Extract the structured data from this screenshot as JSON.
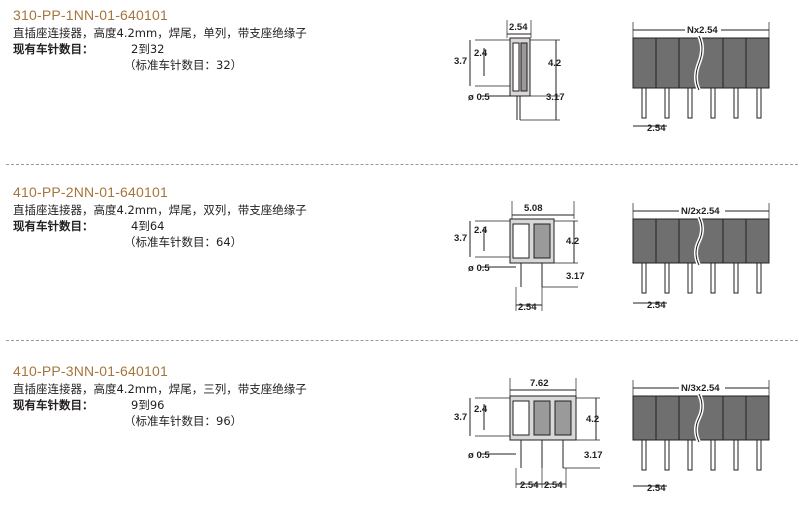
{
  "sections": [
    {
      "part_number": "310-PP-1NN-01-640101",
      "description": "直插座连接器，高度4.2mm，焊尾，单列，带支座绝缘子",
      "pin_count_label": "现有车针数目：",
      "pin_count_value": "2到32",
      "standard_note": "（标准车针数目：32）",
      "dims": {
        "pitch_top": "2.54",
        "h_total": "3.7",
        "h_inner": "2.4",
        "h_right": "4.2",
        "dia": "ø 0.5",
        "tail": "3.17",
        "front_width": "Nx2.54",
        "front_pitch": "2.54"
      }
    },
    {
      "part_number": "410-PP-2NN-01-640101",
      "description": "直插座连接器，高度4.2mm，焊尾，双列，带支座绝缘子",
      "pin_count_label": "现有车针数目：",
      "pin_count_value": "4到64",
      "standard_note": "（标准车针数目：64）",
      "dims": {
        "pitch_top": "5.08",
        "h_total": "3.7",
        "h_inner": "2.4",
        "h_right": "4.2",
        "dia": "ø 0.5",
        "tail": "3.17",
        "row_pitch": "2.54",
        "front_width": "N/2x2.54",
        "front_pitch": "2.54"
      }
    },
    {
      "part_number": "410-PP-3NN-01-640101",
      "description": "直插座连接器，高度4.2mm，焊尾，三列，带支座绝缘子",
      "pin_count_label": "现有车针数目：",
      "pin_count_value": "9到96",
      "standard_note": "（标准车针数目：96）",
      "dims": {
        "pitch_top": "7.62",
        "h_total": "3.7",
        "h_inner": "2.4",
        "h_right": "4.2",
        "dia": "ø 0.5",
        "tail": "3.17",
        "row_pitch_a": "2.54",
        "row_pitch_b": "2.54",
        "front_width": "N/3x2.54",
        "front_pitch": "2.54"
      }
    }
  ]
}
